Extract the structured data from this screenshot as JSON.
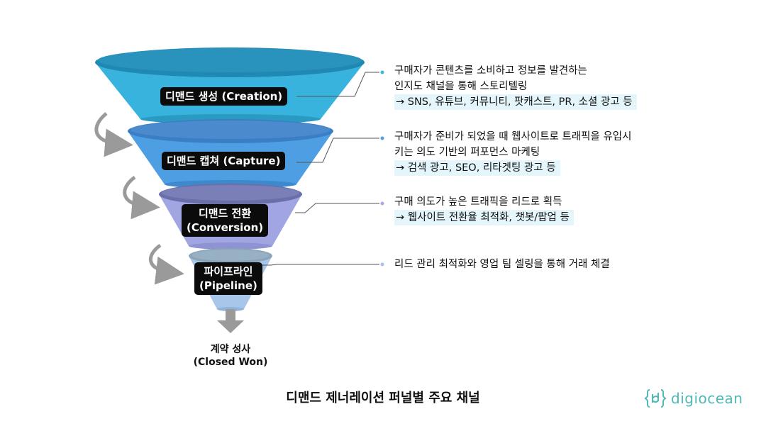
{
  "stages": [
    {
      "label": "디맨드 생성 (Creation)",
      "lines": [
        "구매자가 콘텐츠를 소비하고 정보를 발견하는",
        "인지도 채널을 통해 스토리텔링"
      ],
      "highlight": "→ SNS, 유튜브, 커뮤니티, 팟캐스트, PR, 소셜 광고 등"
    },
    {
      "label": "디맨드 캡쳐 (Capture)",
      "lines": [
        "구매자가 준비가 되었을 때 웹사이트로 트래픽을 유입시",
        "키는 의도 기반의 퍼포먼스 마케팅"
      ],
      "highlight": "→ 검색 광고, SEO, 리타겟팅 광고 등"
    },
    {
      "label_line1": "디맨드 전환",
      "label_line2": "(Conversion)",
      "lines": [
        "구매 의도가 높은 트래픽을 리드로 획득"
      ],
      "highlight": "→ 웹사이트 전환율 최적화, 챗봇/팝업 등"
    },
    {
      "label_line1": "파이프라인",
      "label_line2": "(Pipeline)",
      "lines": [
        "리드 관리 최적화와 영업 팀 셀링을 통해 거래 체결"
      ],
      "highlight": ""
    }
  ],
  "final": {
    "line1": "계약 성사",
    "line2": "(Closed Won)"
  },
  "title": "디맨드 제너레이션 퍼널별 주요 채널",
  "brand": {
    "name": "digiocean",
    "icon": "digiocean-logo-icon",
    "color": "#4fb8b6"
  },
  "colors": {
    "stage1": "#3bb7df",
    "stage2": "#4f9fe2",
    "stage3": "#a4a9e3",
    "stage4": "#a6c4e8",
    "arrow": "#9a9a9a",
    "highlight": "#e4f6fb"
  }
}
